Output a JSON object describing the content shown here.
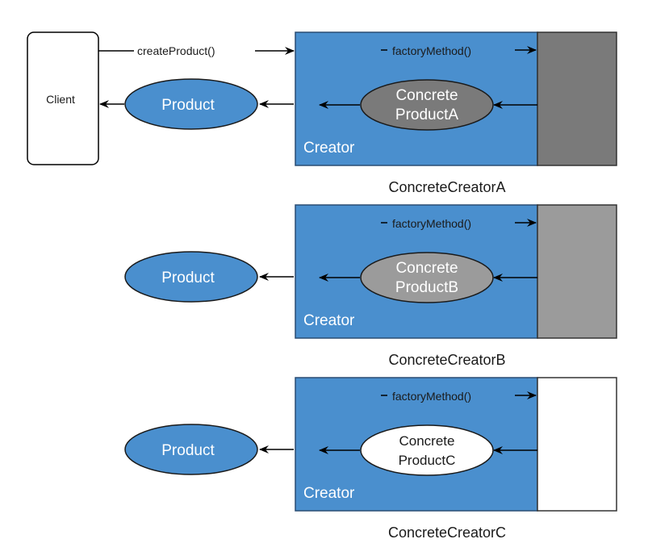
{
  "client": {
    "label": "Client"
  },
  "client_call": {
    "label": "createProduct()"
  },
  "colors": {
    "creator_fill": "#4a8fce",
    "creator_stroke": "#2a4d73",
    "product_fill": "#4a8fce",
    "subclass_a": "#7a7a7a",
    "subclass_b": "#9b9b9b",
    "subclass_c": "#ffffff"
  },
  "creators": [
    {
      "caption": "ConcreteCreatorA",
      "creator_label": "Creator",
      "method_label": "factoryMethod()",
      "concrete_line1": "Concrete",
      "concrete_line2": "ProductA",
      "product_label": "Product"
    },
    {
      "caption": "ConcreteCreatorB",
      "creator_label": "Creator",
      "method_label": "factoryMethod()",
      "concrete_line1": "Concrete",
      "concrete_line2": "ProductB",
      "product_label": "Product"
    },
    {
      "caption": "ConcreteCreatorC",
      "creator_label": "Creator",
      "method_label": "factoryMethod()",
      "concrete_line1": "Concrete",
      "concrete_line2": "ProductC",
      "product_label": "Product"
    }
  ]
}
